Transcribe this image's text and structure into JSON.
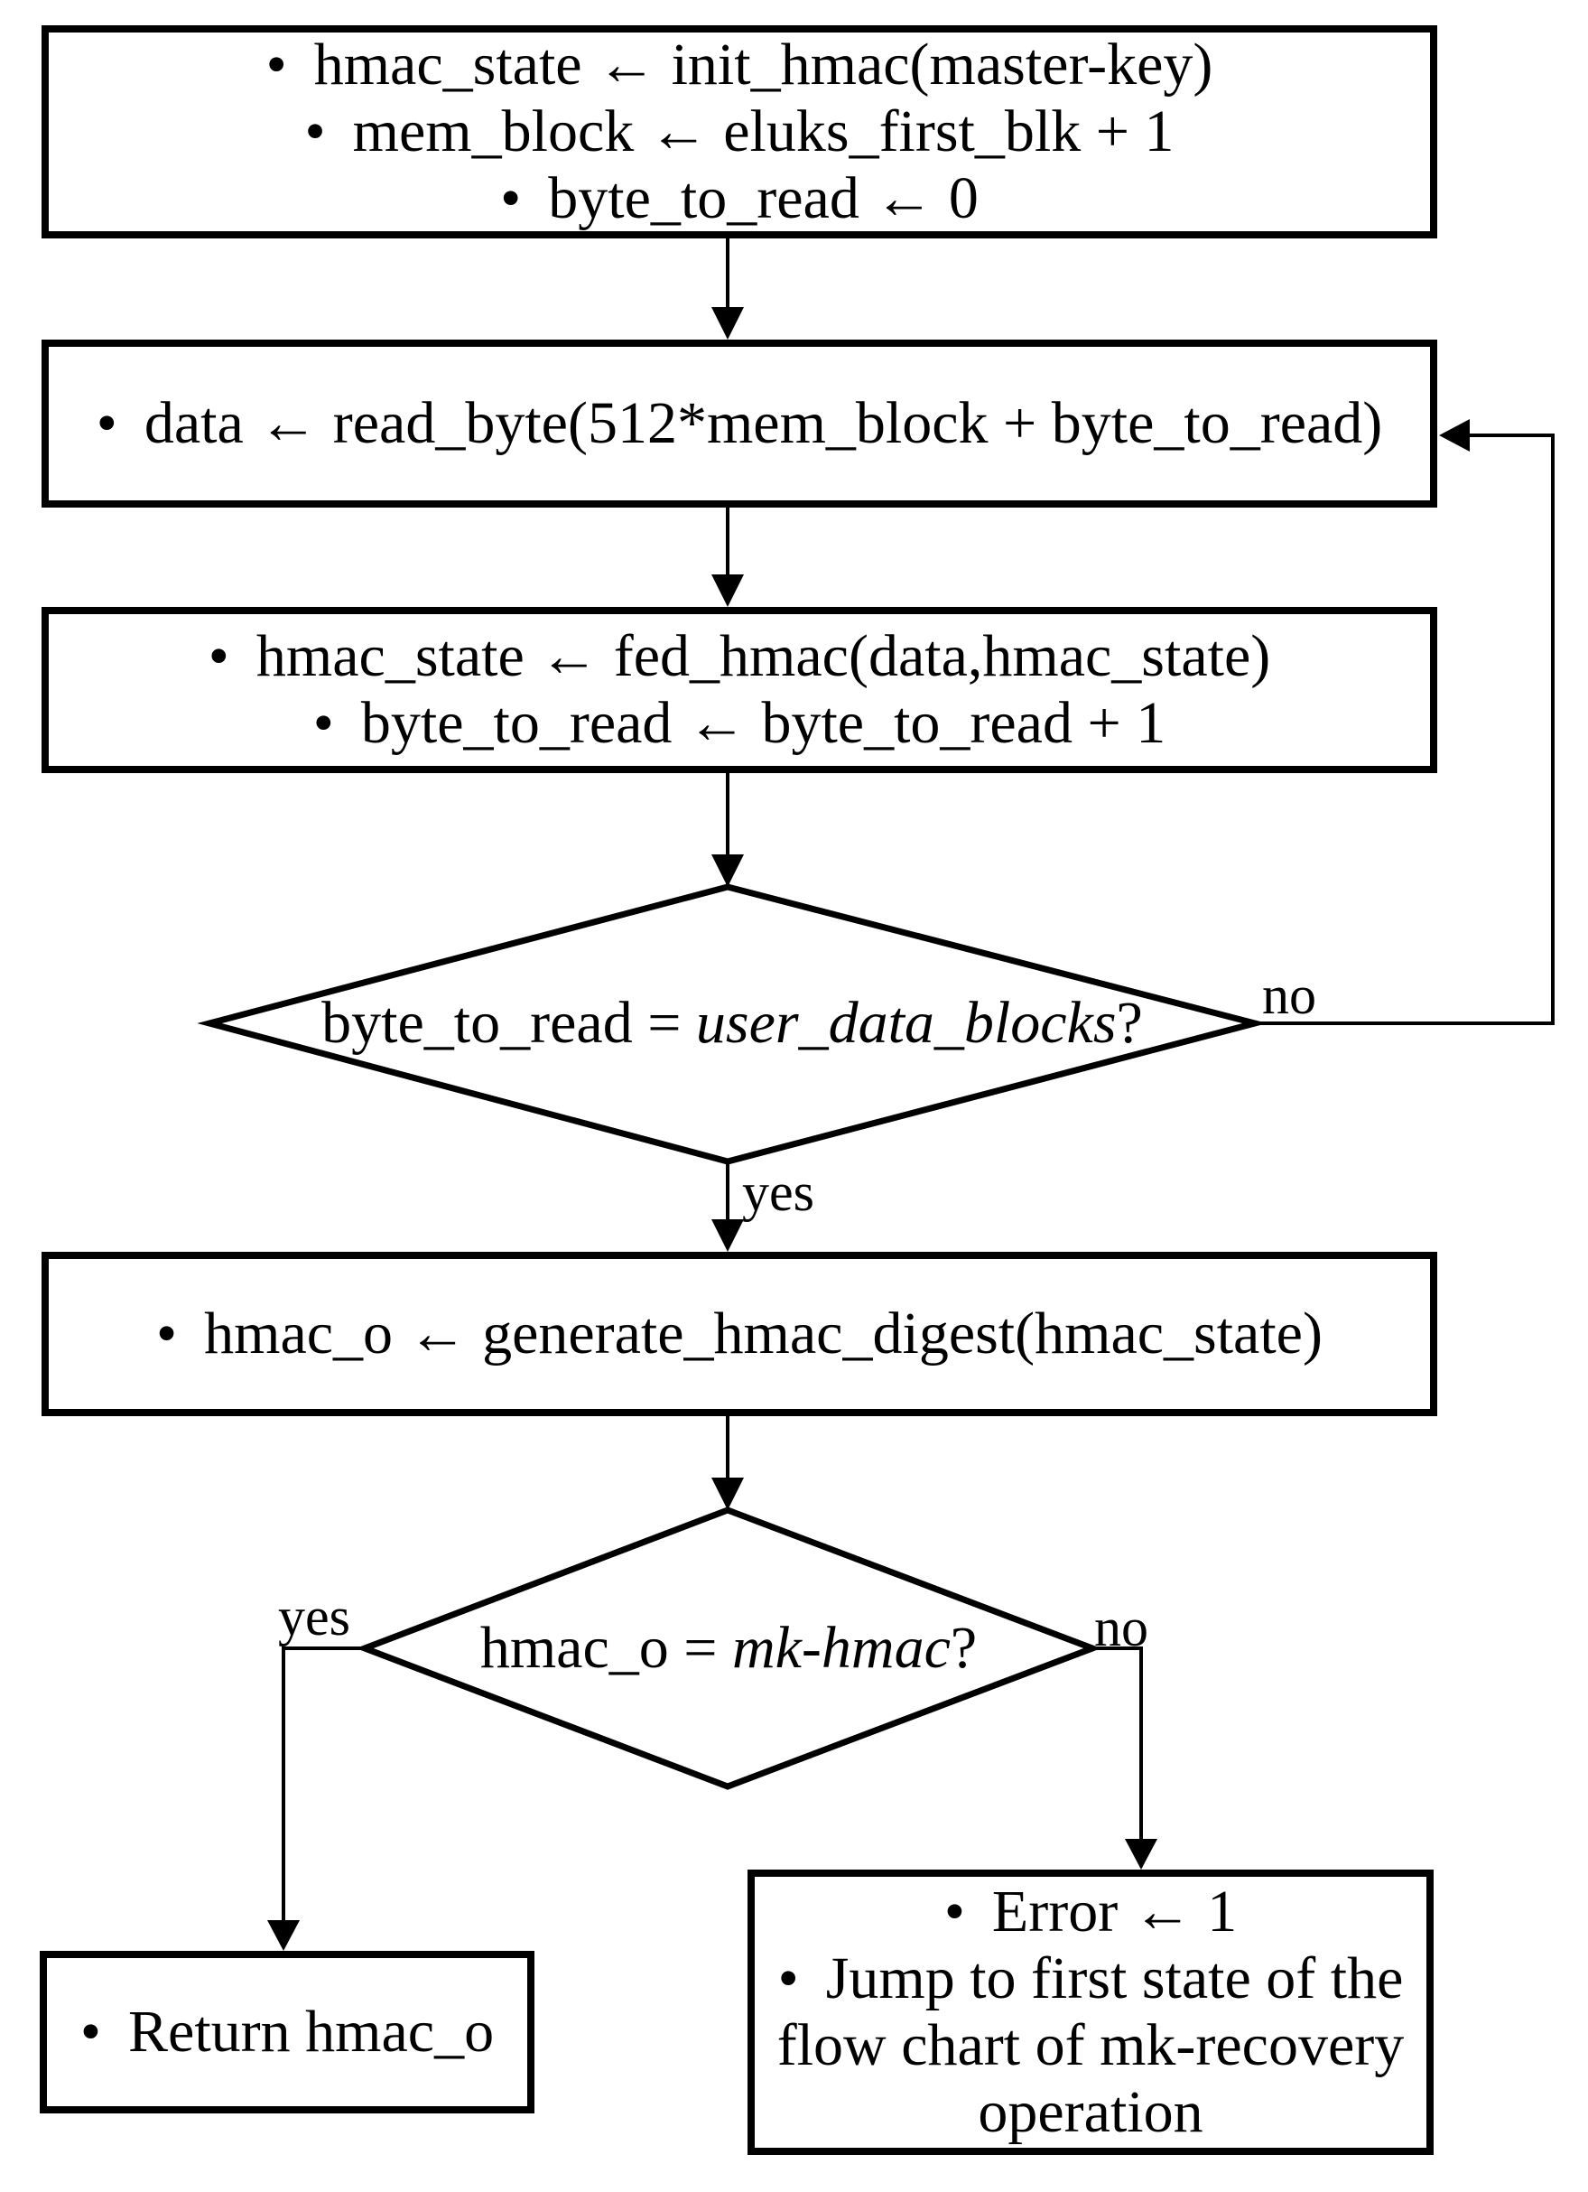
{
  "box1": {
    "lines": [
      {
        "lhs": "hmac_state",
        "arrow": "←",
        "rhs": "init_hmac(master-key)"
      },
      {
        "lhs": "mem_block",
        "arrow": "←",
        "rhs": "eluks_first_blk + 1"
      },
      {
        "lhs": "byte_to_read",
        "arrow": "←",
        "rhs": "0"
      }
    ]
  },
  "box2": {
    "lines": [
      {
        "lhs": "data",
        "arrow": "←",
        "rhs": "read_byte(512*mem_block + byte_to_read)"
      }
    ]
  },
  "box3": {
    "lines": [
      {
        "lhs": "hmac_state",
        "arrow": "←",
        "rhs": "fed_hmac(data,hmac_state)"
      },
      {
        "lhs": "byte_to_read",
        "arrow": "←",
        "rhs": "byte_to_read + 1"
      }
    ]
  },
  "decision1": {
    "prefix": "byte_to_read = ",
    "italic": "user_data_blocks",
    "suffix": "?"
  },
  "box4": {
    "lines": [
      {
        "lhs": "hmac_o",
        "arrow": "←",
        "rhs": "generate_hmac_digest(hmac_state)"
      }
    ]
  },
  "decision2": {
    "prefix": "hmac_o = ",
    "italic": "mk-hmac",
    "suffix": "?"
  },
  "box_return": {
    "text": "Return hmac_o"
  },
  "box_error": {
    "line1": {
      "lhs": "Error",
      "arrow": "←",
      "rhs": "1"
    },
    "line2": "Jump to first state of the",
    "line3": "flow chart of mk-recovery",
    "line4": "operation"
  },
  "labels": {
    "d1_no": "no",
    "d1_yes": "yes",
    "d2_yes": "yes",
    "d2_no": "no"
  },
  "bullet": "•"
}
